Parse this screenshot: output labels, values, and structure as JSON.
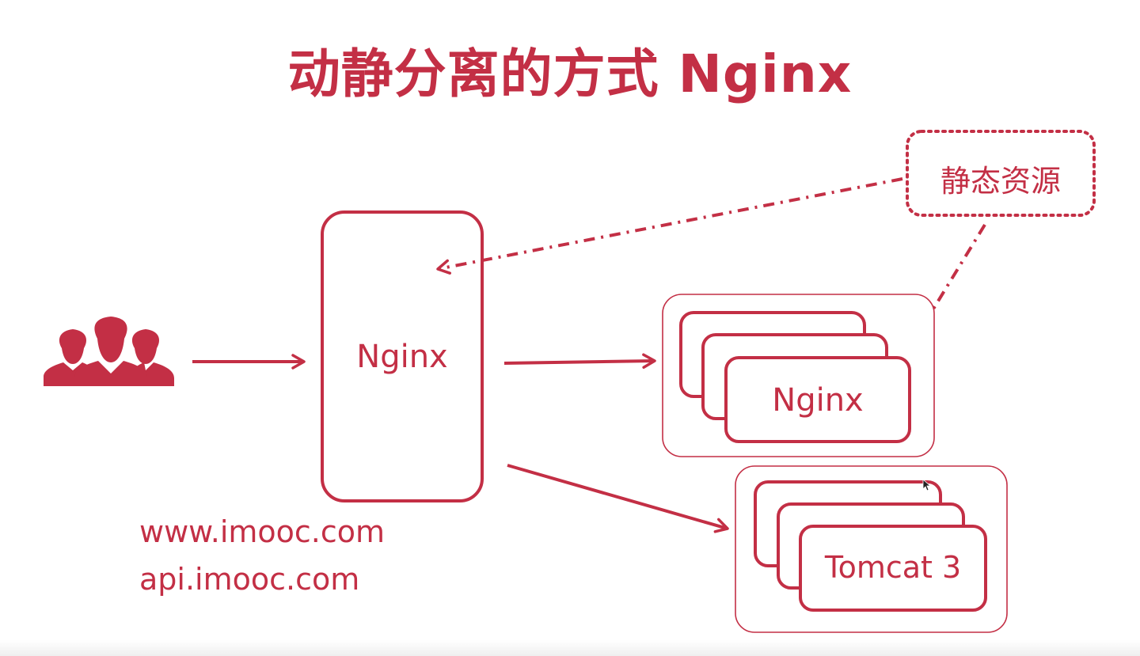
{
  "title": "动静分离的方式 Nginx",
  "nodes": {
    "nginx_proxy": "Nginx",
    "static_resources": "静态资源",
    "nginx_cluster": "Nginx",
    "tomcat_cluster": "Tomcat 3"
  },
  "domains": [
    "www.imooc.com",
    "api.imooc.com"
  ],
  "icons": {
    "users": "users-group-icon"
  },
  "colors": {
    "accent": "#c32f45",
    "background": "#ffffff"
  }
}
